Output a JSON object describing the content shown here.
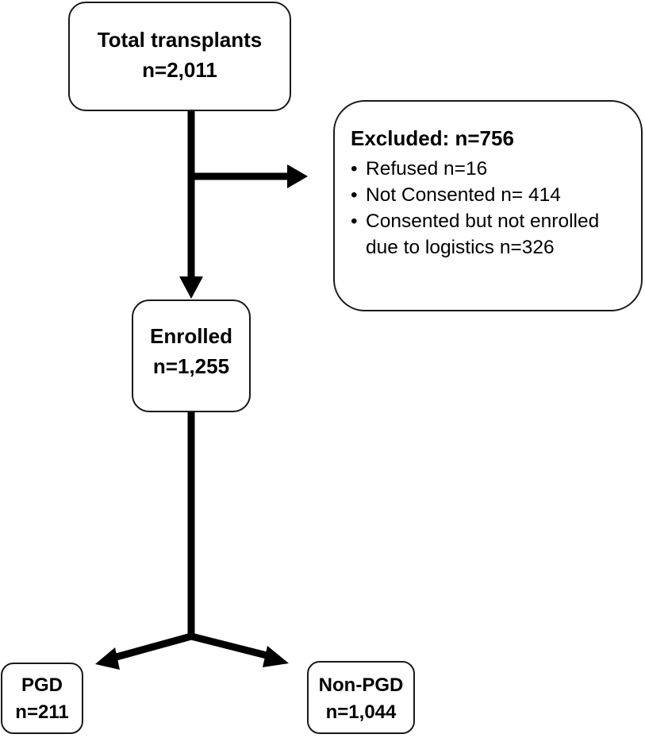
{
  "total": {
    "title": "Total transplants",
    "count": "n=2,011"
  },
  "excluded": {
    "title": "Excluded: n=756",
    "items": [
      {
        "bullet": "•",
        "text": "Refused  n=16"
      },
      {
        "bullet": "•",
        "text": "Not Consented  n= 414"
      },
      {
        "bullet": "•",
        "text": "Consented but not enrolled",
        "continuation": "due to logistics n=326"
      }
    ]
  },
  "enrolled": {
    "title": "Enrolled",
    "count": "n=1,255"
  },
  "pgd": {
    "title": "PGD",
    "count": "n=211"
  },
  "nonpgd": {
    "title": "Non-PGD",
    "count": "n=1,044"
  },
  "colors": {
    "stroke": "#000000",
    "border": "#1a1a1a",
    "background": "#ffffff"
  }
}
